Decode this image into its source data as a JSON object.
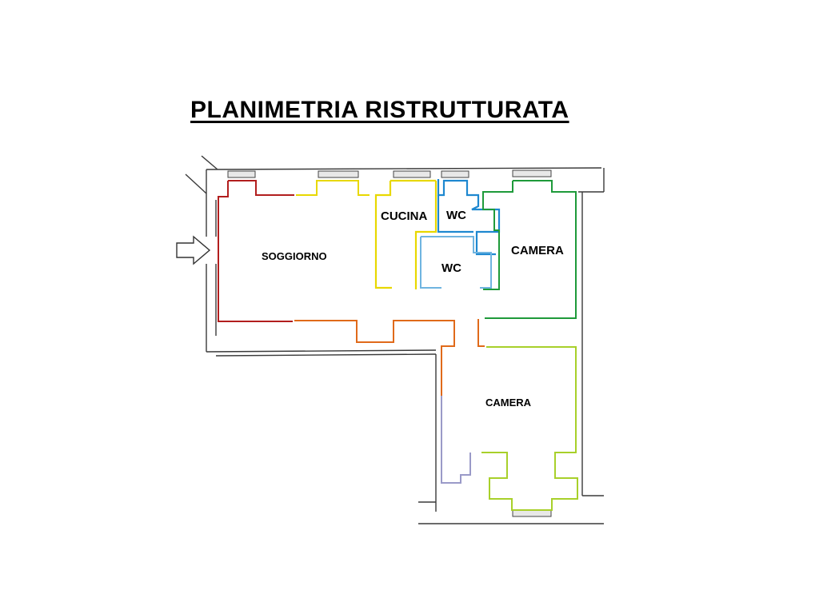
{
  "title": "PLANIMETRIA RISTRUTTURATA",
  "rooms": {
    "soggiorno": "SOGGIORNO",
    "cucina": "CUCINA",
    "wc_top": "WC",
    "wc_inner": "WC",
    "camera_right": "CAMERA",
    "camera_bottom": "CAMERA"
  },
  "entrance_icon": "arrow-right-icon",
  "colors": {
    "soggiorno_wall": "#b21e1e",
    "cucina_wall": "#e8d800",
    "wc_top_wall": "#1e88d0",
    "wc_inner_wall": "#6fb4e0",
    "camera_right_wall": "#1e9a3a",
    "camera_bottom_wall": "#a8d02a",
    "corridor_wall": "#e06a1a",
    "hall_wall": "#9a9ac8"
  }
}
